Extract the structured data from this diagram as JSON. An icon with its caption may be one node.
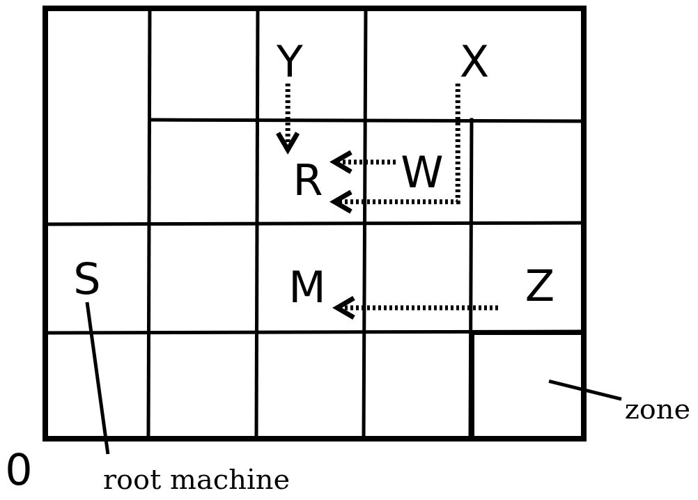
{
  "diagram": {
    "nodes": [
      {
        "text": [
          "Y"
        ]
      },
      {
        "text": [
          "X"
        ]
      },
      {
        "text": [
          "W"
        ]
      },
      {
        "text": [
          "R"
        ]
      },
      {
        "text": [
          "S"
        ]
      },
      {
        "text": [
          "M"
        ]
      },
      {
        "text": [
          "Z"
        ]
      },
      {
        "text": [],
        "shape": "box"
      },
      {
        "text": [
          "zone"
        ]
      },
      {
        "text": [
          "root machine"
        ]
      }
    ],
    "edges": [
      {
        "from": 0,
        "to": 3,
        "arrow": "to",
        "style": "dashed"
      },
      {
        "from": 1,
        "to": 3,
        "arrow": "to",
        "style": "dashed"
      },
      {
        "from": 2,
        "to": 3,
        "arrow": "to",
        "style": "dashed"
      },
      {
        "from": 6,
        "to": 5,
        "arrow": "to",
        "style": "dashed"
      },
      {
        "from": 8,
        "to": 7,
        "arrow": "none"
      },
      {
        "from": 9,
        "to": 4,
        "arrow": "none"
      }
    ],
    "labels": [
      "0"
    ]
  }
}
